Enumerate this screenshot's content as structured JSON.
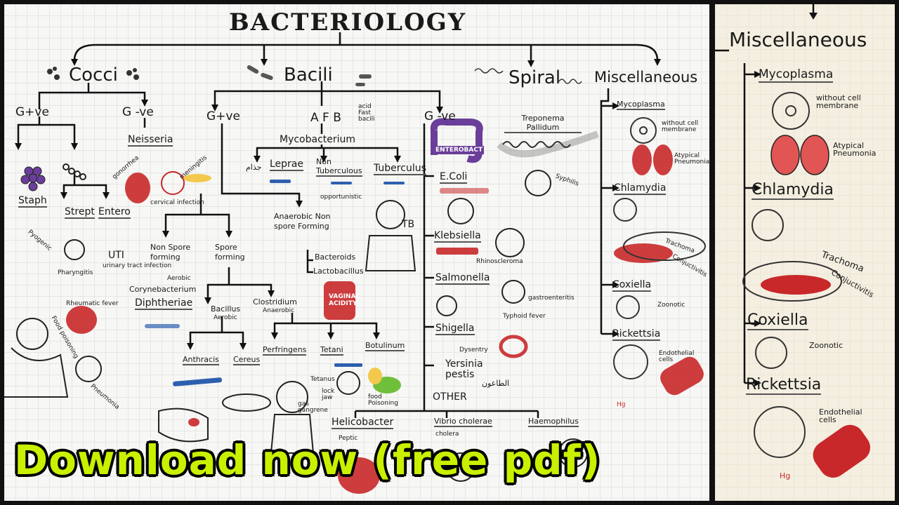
{
  "title": "BACTERIOLOGY",
  "main": {
    "categories": {
      "cocci": "Cocci",
      "bacili": "Bacili",
      "spiral": "Spiral",
      "misc": "Miscellaneous"
    },
    "cocci": {
      "gpos": "G+ve",
      "gneg": "G -ve",
      "neisseria": "Neisseria",
      "gonorrhea": "gonorrhea",
      "meningitis": "meningitis",
      "cervical": "cervical infection",
      "staph": "Staph",
      "strept": "Strept",
      "entero": "Entero",
      "uti": "UTI",
      "uti_sub": "urinary tract infection",
      "pharyngitis": "Pharyngitis",
      "pyogenic": "Pyogenic",
      "rheumatic": "Rheumatic fever",
      "food_poisoning": "Food poisoning",
      "pneumonia": "Pneumonia"
    },
    "bacili": {
      "gpos": "G+ve",
      "afb": "A F B",
      "afb_note": "acid Fast bacili",
      "gneg": "G -ve",
      "mycobacterium": "Mycobacterium",
      "leprae": "Leprae",
      "leprae_ar": "جذام",
      "non_tuberculous": "Non Tuberculous",
      "opportunistic": "opportunistic",
      "tuberculus": "Tuberculus",
      "tb": "TB",
      "non_spore": "Non Spore forming",
      "spore": "Spore forming",
      "aerobic": "Aerobic",
      "corynebacterium": "Corynebacterium",
      "diphtheriae": "Diphtheriae",
      "anaerobic_nsf": "Anaerobic Non spore Forming",
      "bacteroids": "Bacteroids",
      "lactobacillus": "Lactobacillus",
      "vaginal": "VAGINAL ACIDITY",
      "bacillus": "Bacillus",
      "bacillus_sub": "Aerobic",
      "clostridium": "Clostridium",
      "clostridium_sub": "Anaerobic",
      "anthracis": "Anthracis",
      "cereus": "Cereus",
      "perfringens": "Perfringens",
      "tetani": "Tetani",
      "botulinum": "Botulinum",
      "tetanus": "Tetanus",
      "lock_jaw": "lock jaw",
      "gas_gangrene": "gas gangrene",
      "food_poisoning": "food Poisoning",
      "enterobact": "ENTEROBACT",
      "ecoli": "E.Coli",
      "klebsiella": "Klebsiella",
      "rhinoscleroma": "Rhinoscleroma",
      "salmonella": "Salmonella",
      "gastroenteritis": "gastroenteritis",
      "typhoid": "Typhoid fever",
      "shigella": "Shigella",
      "dysentry": "Dysentry",
      "yersinia": "Yersinia pestis",
      "yersinia_ar": "الطاعون",
      "other": "OTHER",
      "helicobacter": "Helicobacter",
      "peptic": "Peptic",
      "vibrio": "Vibrio cholerae",
      "cholera": "cholera",
      "haemophilus": "Haemophilus"
    },
    "spiral": {
      "treponema": "Treponema Pallidum",
      "syphilis": "Syphilis"
    },
    "misc": {
      "mycoplasma": "Mycoplasma",
      "without_cell": "without cell membrane",
      "atypical": "Atypical Pneumonia",
      "chlamydia": "Chlamydia",
      "trachoma": "Trachoma",
      "conjunctivitis": "Conjuctivitis",
      "coxiella": "Coxiella",
      "zoonotic": "Zoonotic",
      "rickettsia": "Rickettsia",
      "endothelial": "Endothelial cells",
      "hg": "Hg"
    }
  },
  "side": {
    "title": "Miscellaneous",
    "mycoplasma": "Mycoplasma",
    "without_cell": "without cell membrane",
    "atypical": "Atypical Pneumonia",
    "chlamydia": "Chlamydia",
    "trachoma": "Trachoma",
    "conjunctivitis": "Conjuctivitis",
    "coxiella": "Coxiella",
    "zoonotic": "Zoonotic",
    "rickettsia": "Rickettsia",
    "endothelial": "Endothelial cells",
    "hg": "Hg"
  },
  "banner": "Download now (free pdf)",
  "colors": {
    "banner": "#c9f000",
    "red": "#c8282a",
    "blue": "#2d5fb0",
    "purple": "#6a3e9a"
  }
}
